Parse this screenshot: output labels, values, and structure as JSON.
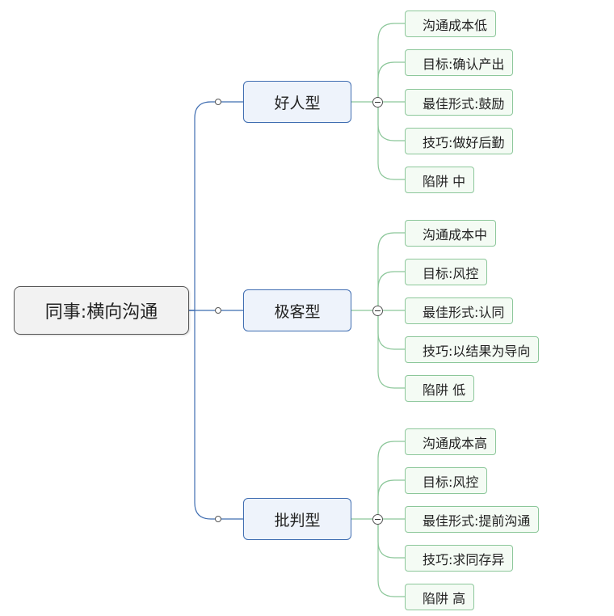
{
  "root": {
    "label": "同事:横向沟通"
  },
  "branches": [
    {
      "label": "好人型",
      "items": [
        "沟通成本低",
        "目标:确认产出",
        "最佳形式:鼓励",
        "技巧:做好后勤",
        "陷阱 中"
      ]
    },
    {
      "label": "极客型",
      "items": [
        "沟通成本中",
        "目标:风控",
        "最佳形式:认同",
        "技巧:以结果为导向",
        "陷阱 低"
      ]
    },
    {
      "label": "批判型",
      "items": [
        "沟通成本高",
        "目标:风控",
        "最佳形式:提前沟通",
        "技巧:求同存异",
        "陷阱 高"
      ]
    }
  ],
  "colors": {
    "root_line": "#3f6db1",
    "category_border": "#3f6db1",
    "leaf_line": "#8cc79a",
    "leaf_border": "#8cc79a"
  }
}
